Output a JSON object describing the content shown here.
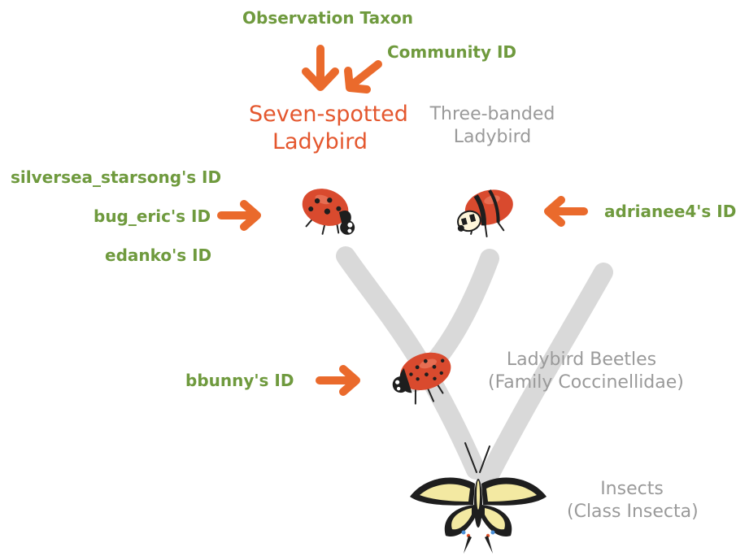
{
  "labels": {
    "observation_taxon": "Observation Taxon",
    "community_id": "Community ID",
    "seven_spotted": [
      "Seven-spotted",
      "Ladybird"
    ],
    "three_banded": [
      "Three-banded",
      "Ladybird"
    ],
    "ladybird_beetles": [
      "Ladybird Beetles",
      "(Family Coccinellidae)"
    ],
    "insects": [
      "Insects",
      "(Class Insecta)"
    ]
  },
  "identifications": {
    "silversea": "silversea_starsong's ID",
    "bug_eric": "bug_eric's ID",
    "edanko": "edanko's ID",
    "bbunny": "bbunny's ID",
    "adrianee4": "adrianee4's ID"
  },
  "colors": {
    "id_text": "#6f9a3e",
    "arrow": "#ea6a2c",
    "taxon_highlight": "#e4572e",
    "taxon_muted": "#9a9a9a",
    "tree_branch": "#d9d9d9",
    "ladybird_body": "#d94a2e"
  },
  "icons": {
    "seven_spotted": "seven-spotted-ladybird-icon",
    "three_banded": "three-banded-ladybird-icon",
    "family_ladybird": "ladybird-beetle-icon",
    "insect": "swallowtail-butterfly-icon"
  }
}
